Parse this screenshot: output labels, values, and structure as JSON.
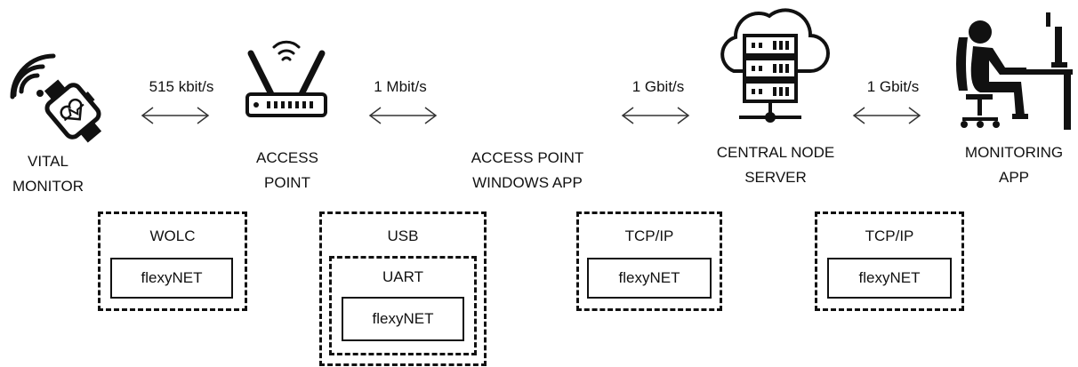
{
  "nodes": {
    "vital_monitor": "VITAL\nMONITOR",
    "access_point": "ACCESS\nPOINT",
    "ap_windows_app": "ACCESS POINT\nWINDOWS APP",
    "central_node": "CENTRAL NODE\nSERVER",
    "monitoring_app": "MONITORING\nAPP"
  },
  "links": {
    "l1": "515 kbit/s",
    "l2": "1 Mbit/s",
    "l3": "1 Gbit/s",
    "l4": "1 Gbit/s"
  },
  "stacks": {
    "s1": {
      "outer": "WOLC",
      "inner": "flexyNET"
    },
    "s2": {
      "outer": "USB",
      "middle": "UART",
      "inner": "flexyNET"
    },
    "s3": {
      "outer": "TCP/IP",
      "inner": "flexyNET"
    },
    "s4": {
      "outer": "TCP/IP",
      "inner": "flexyNET"
    }
  }
}
